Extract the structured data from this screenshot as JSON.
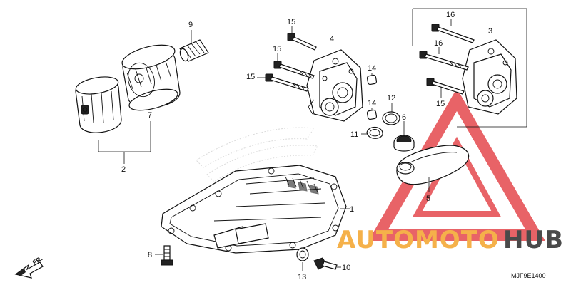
{
  "diagram": {
    "callouts": [
      {
        "id": "1",
        "label": "1"
      },
      {
        "id": "2",
        "label": "2"
      },
      {
        "id": "3",
        "label": "3"
      },
      {
        "id": "4",
        "label": "4"
      },
      {
        "id": "5",
        "label": "5"
      },
      {
        "id": "6",
        "label": "6"
      },
      {
        "id": "7",
        "label": "7"
      },
      {
        "id": "8",
        "label": "8"
      },
      {
        "id": "9",
        "label": "9"
      },
      {
        "id": "10",
        "label": "10"
      },
      {
        "id": "11",
        "label": "11"
      },
      {
        "id": "12",
        "label": "12"
      },
      {
        "id": "13",
        "label": "13"
      },
      {
        "id": "14a",
        "label": "14"
      },
      {
        "id": "14b",
        "label": "14"
      },
      {
        "id": "15a",
        "label": "15"
      },
      {
        "id": "15b",
        "label": "15"
      },
      {
        "id": "15c",
        "label": "15"
      },
      {
        "id": "15d",
        "label": "15"
      },
      {
        "id": "16a",
        "label": "16"
      },
      {
        "id": "16b",
        "label": "16"
      }
    ],
    "front_marker": "FR.",
    "diagram_code": "MJF9E1400"
  },
  "watermark": {
    "part1": "AUTOMOTO",
    "part2": "HUB",
    "color1": "#f5b14a",
    "color2": "#4a4a4a",
    "triangle_color": "#e5484d"
  }
}
